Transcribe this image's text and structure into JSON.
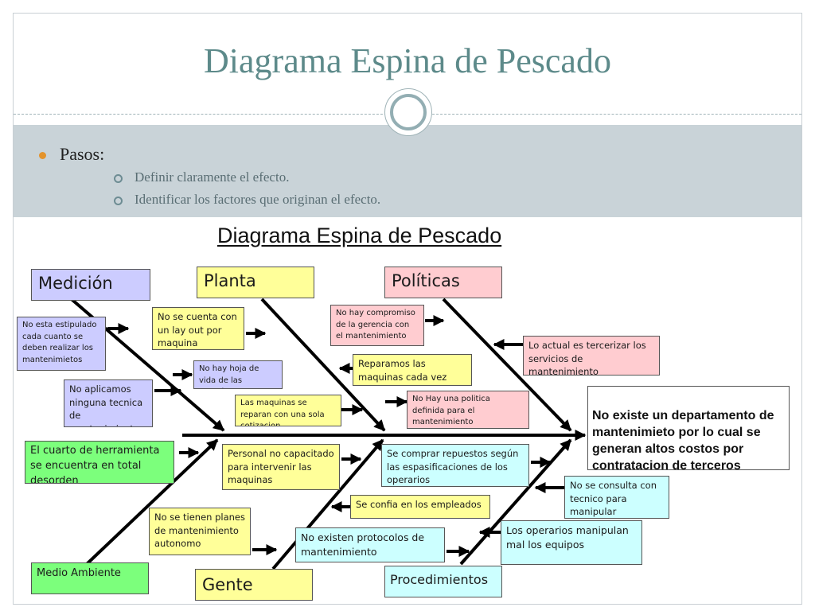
{
  "slide": {
    "title": "Diagrama Espina de Pescado",
    "bullets": {
      "main": "Pasos:",
      "steps": [
        "Definir claramente el efecto.",
        "Identificar los factores que originan el efecto."
      ]
    }
  },
  "diagram": {
    "title": "Diagrama Espina de Pescado",
    "effect": "No existe un departamento de mantenimieto por lo cual se generan altos costos por contratacion de terceros",
    "categories": {
      "medicion": "Medición",
      "planta": "Planta",
      "politicas": "Políticas",
      "medio_ambiente": "Medio Ambiente",
      "gente": "Gente",
      "procedimientos": "Procedimientos"
    },
    "causes": {
      "medicion": [
        "No esta estipulado cada cuanto se deben realizar los mantenimietos",
        "No aplicamos ninguna tecnica de mantenimiento"
      ],
      "planta": [
        "No se cuenta con un lay out por maquina",
        "No hay hoja de vida de las maquinas",
        "Las maquinas se reparan con una sola cotizacion"
      ],
      "politicas": [
        "No hay compromiso de la gerencia con el mantenimiento",
        "Reparamos las maquinas cada vez que fallan",
        "No Hay una politica definida para el mantenimiento",
        "Lo actual es tercerizar los servicios de mantenimiento"
      ],
      "medio_ambiente": [
        "El cuarto de herramienta se encuentra en total desorden"
      ],
      "gente": [
        "Personal no capacitado para intervenir las maquinas",
        "No se tienen planes de mantenimiento autonomo",
        "Se confia en los empleados",
        "No existen protocolos de mantenimiento"
      ],
      "procedimientos": [
        "Se comprar repuestos según las espasificaciones de los operarios",
        "No se consulta con tecnico para manipular maquinas",
        "Los operarios manipulan mal los equipos"
      ]
    },
    "colors": {
      "medicion": "#ccccff",
      "planta": "#ffff99",
      "politicas": "#ffccd0",
      "medio_ambiente": "#7cff7c",
      "gente": "#ffff99",
      "procedimientos": "#ccffff"
    }
  }
}
